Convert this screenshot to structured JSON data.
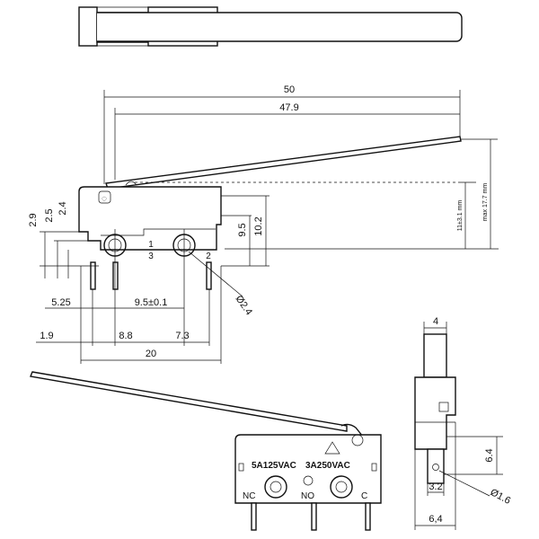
{
  "top_view": {},
  "front_view": {
    "dims": {
      "lever_total": "50",
      "lever_pivot": "47.9",
      "free_pos": "11±3.1 mm",
      "max_pos": "max 17.7 mm",
      "h_9_5": "9.5",
      "h_10_2": "10.2",
      "d_2_9": "2.9",
      "d_2_5": "2.5",
      "d_2_4": "2.4",
      "d_5_25": "5.25",
      "pitch": "9.5±0.1",
      "hole_dia": "Ø2.4",
      "d_1_9": "1.9",
      "d_8_8": "8.8",
      "d_7_3": "7.3",
      "width": "20"
    },
    "terminal_labels": {
      "t1": "1",
      "t2": "2",
      "t3": "3"
    }
  },
  "side_view": {
    "dims": {
      "top_w": "4",
      "h_6_4": "6.4",
      "d_3_2": "3.2",
      "pin_dia": "Ø1.6",
      "bottom_w": "6,4"
    }
  },
  "iso_view": {
    "rating_1": "5A125VAC",
    "rating_2": "3A250VAC",
    "term_nc": "NC",
    "term_no": "NO",
    "term_c": "C"
  }
}
